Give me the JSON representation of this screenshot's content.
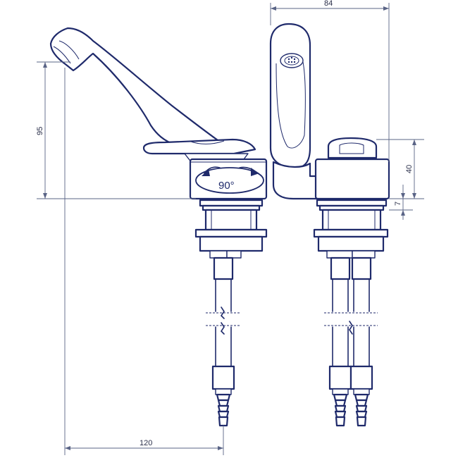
{
  "dimensions": {
    "width_top": "84",
    "height_left": "95",
    "height_right": "40",
    "small_right": "7",
    "width_bottom": "120"
  },
  "rotation_label": "90°",
  "colors": {
    "outline": "#1f2a6b",
    "dimension": "#5a6486",
    "background": "#ffffff"
  }
}
